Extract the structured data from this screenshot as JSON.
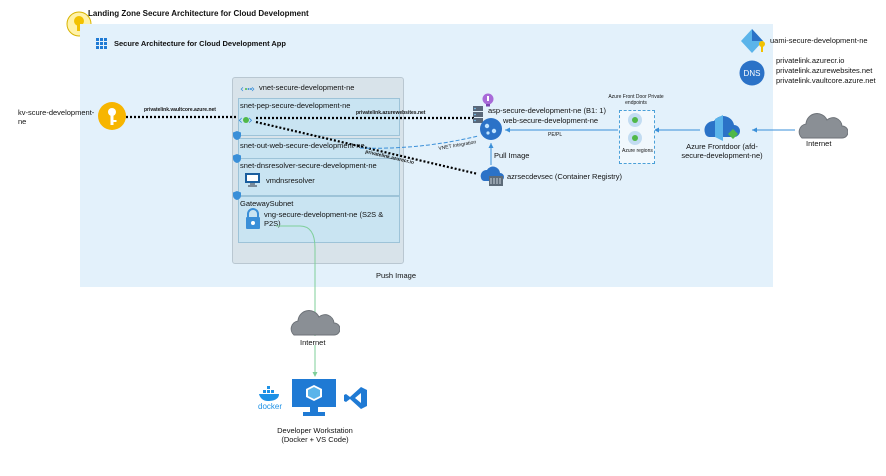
{
  "title": "Landing Zone Secure Architecture for Cloud Development",
  "app_title": "Secure Architecture for Cloud Development App",
  "vnet_name": "vnet-secure-development-ne",
  "subnets": {
    "pep": "snet-pep-secure-development-ne",
    "out_web": "snet-out-web-secure-development-ne",
    "dnsresolver": "snet-dnsresolver-secure-development-ne",
    "gateway": "GatewaySubnet"
  },
  "vmdnsresolver": "vmdnsresolver",
  "vng": "vng-secure-development-ne (S2S & P2S)",
  "keyvault": "kv-scure-development-ne",
  "link_vault": "privatelink.vaultcore.azure.net",
  "link_websites": "privatelink.azurewebsites.net",
  "link_acr": "privatelink.azurecr.io",
  "vnet_integration": "VNET Integration",
  "asp": "asp-secure-development-ne (B1: 1)",
  "webapp": "web-secure-development-ne",
  "pull_image": "Pull Image",
  "push_image": "Push Image",
  "acr": "azrsecdevsec (Container Registry)",
  "pe_pl": "PE/PL",
  "afd_pe_title": "Azure Front Door Private endpoints",
  "azure_regions": "Azure regions",
  "afd": "Azure Frontdoor (afd-secure-development-ne)",
  "internet": "Internet",
  "uami": "uami-secure-development-ne",
  "dns_badge": "DNS",
  "dns_zones": [
    "privatelink.azurecr.io",
    "privatelink.azurewebsites.net",
    "privatelink.vaultcore.azure.net"
  ],
  "docker": "docker",
  "workstation": "Developer Workstation (Docker + VS Code)"
}
